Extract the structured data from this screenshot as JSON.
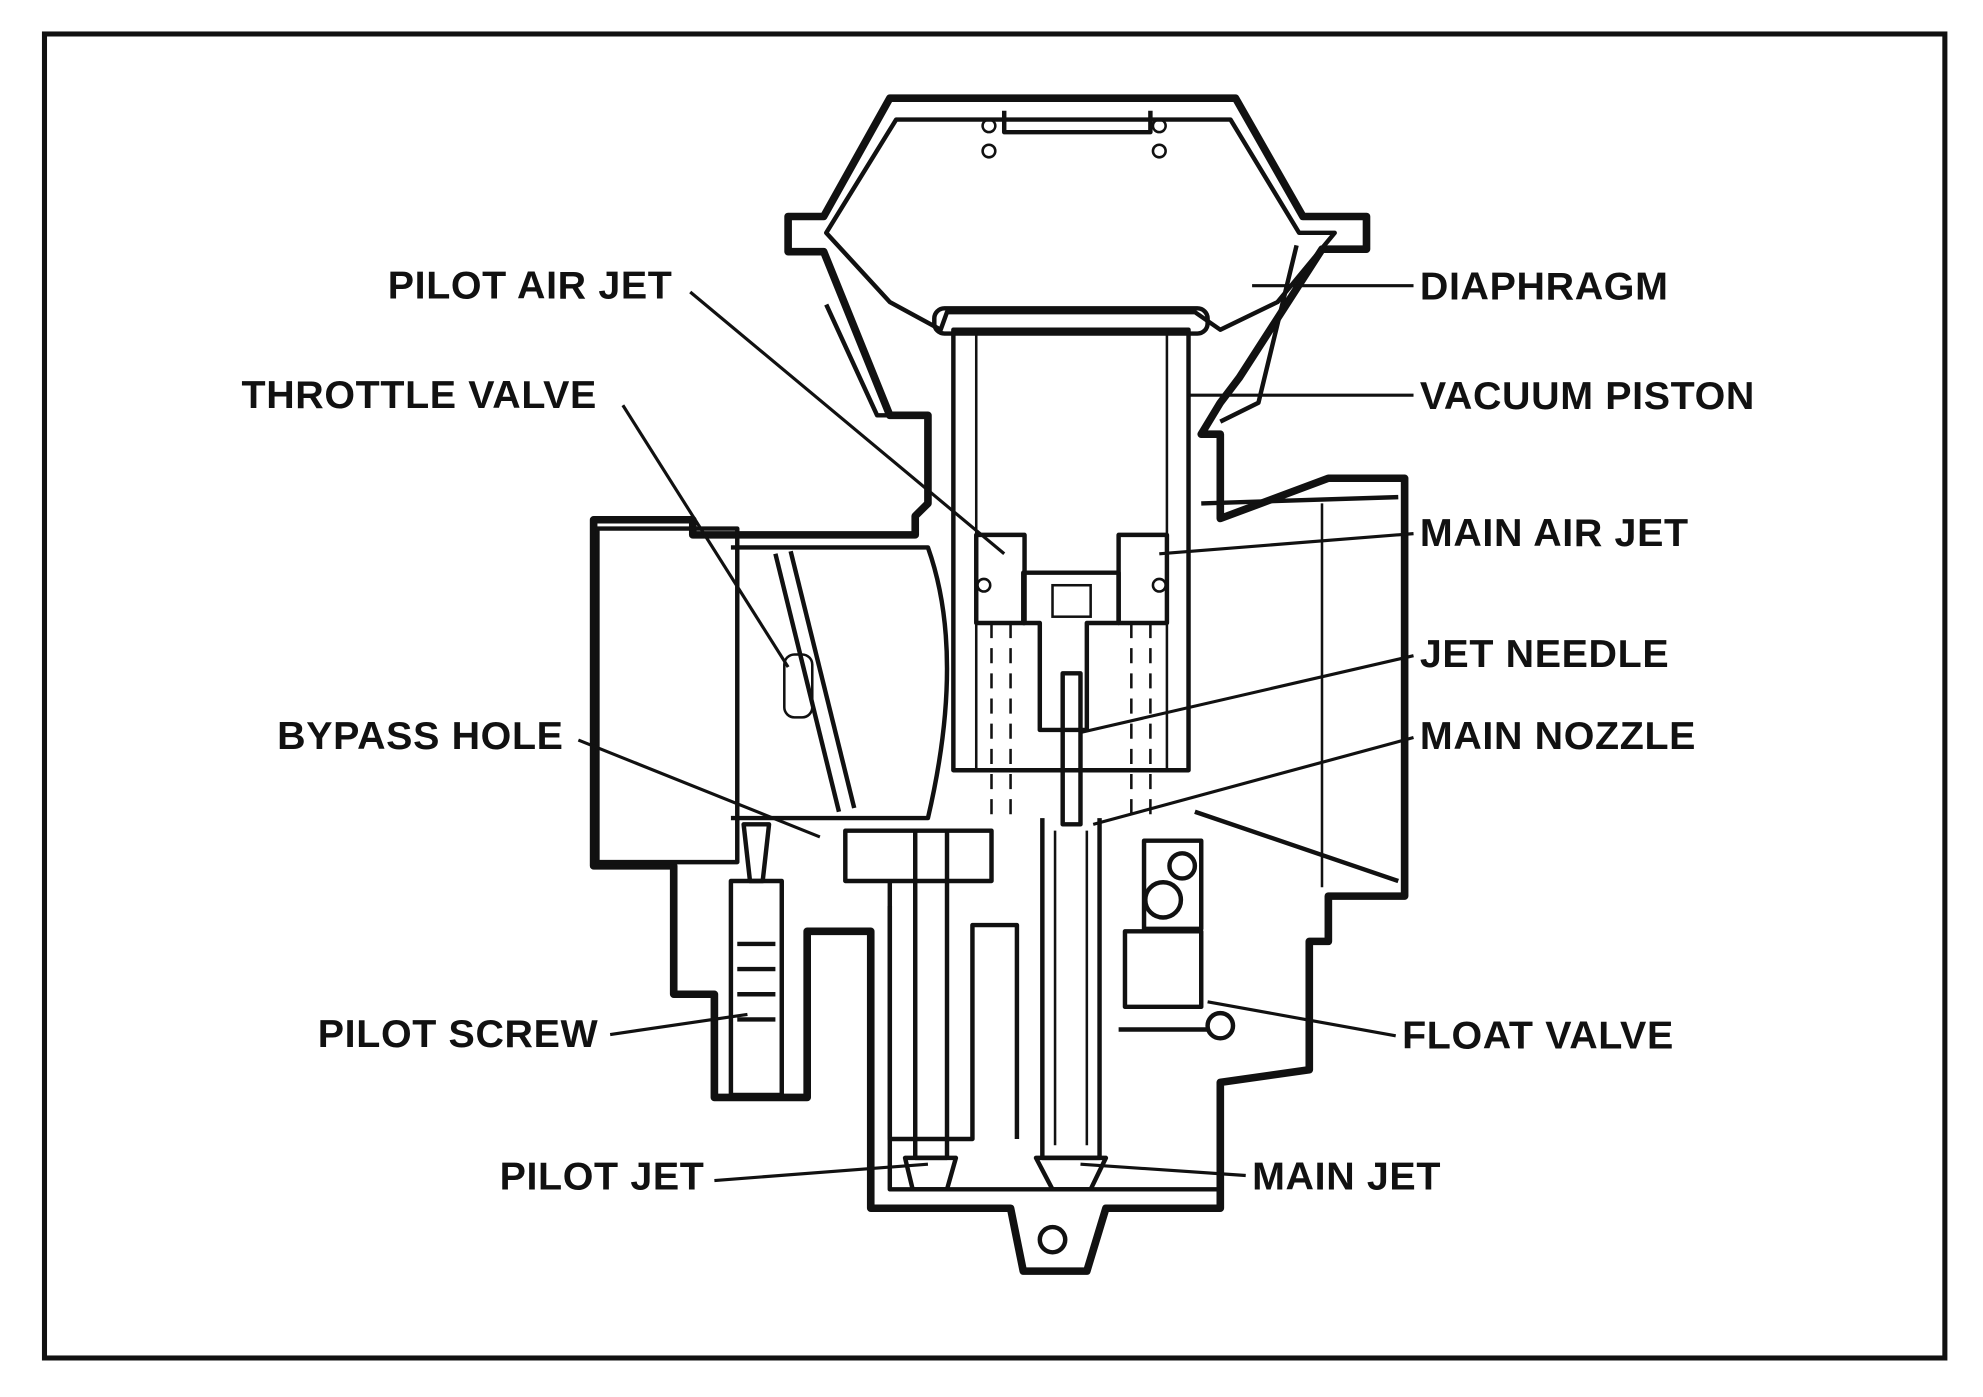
{
  "title": "Carburetor cross-section",
  "labels": [
    "PILOT AIR JET",
    "THROTTLE VALVE",
    "BYPASS HOLE",
    "PILOT SCREW",
    "PILOT JET",
    "DIAPHRAGM",
    "VACUUM PISTON",
    "MAIN AIR JET",
    "JET NEEDLE",
    "MAIN NOZZLE",
    "FLOAT VALVE",
    "MAIN JET"
  ]
}
